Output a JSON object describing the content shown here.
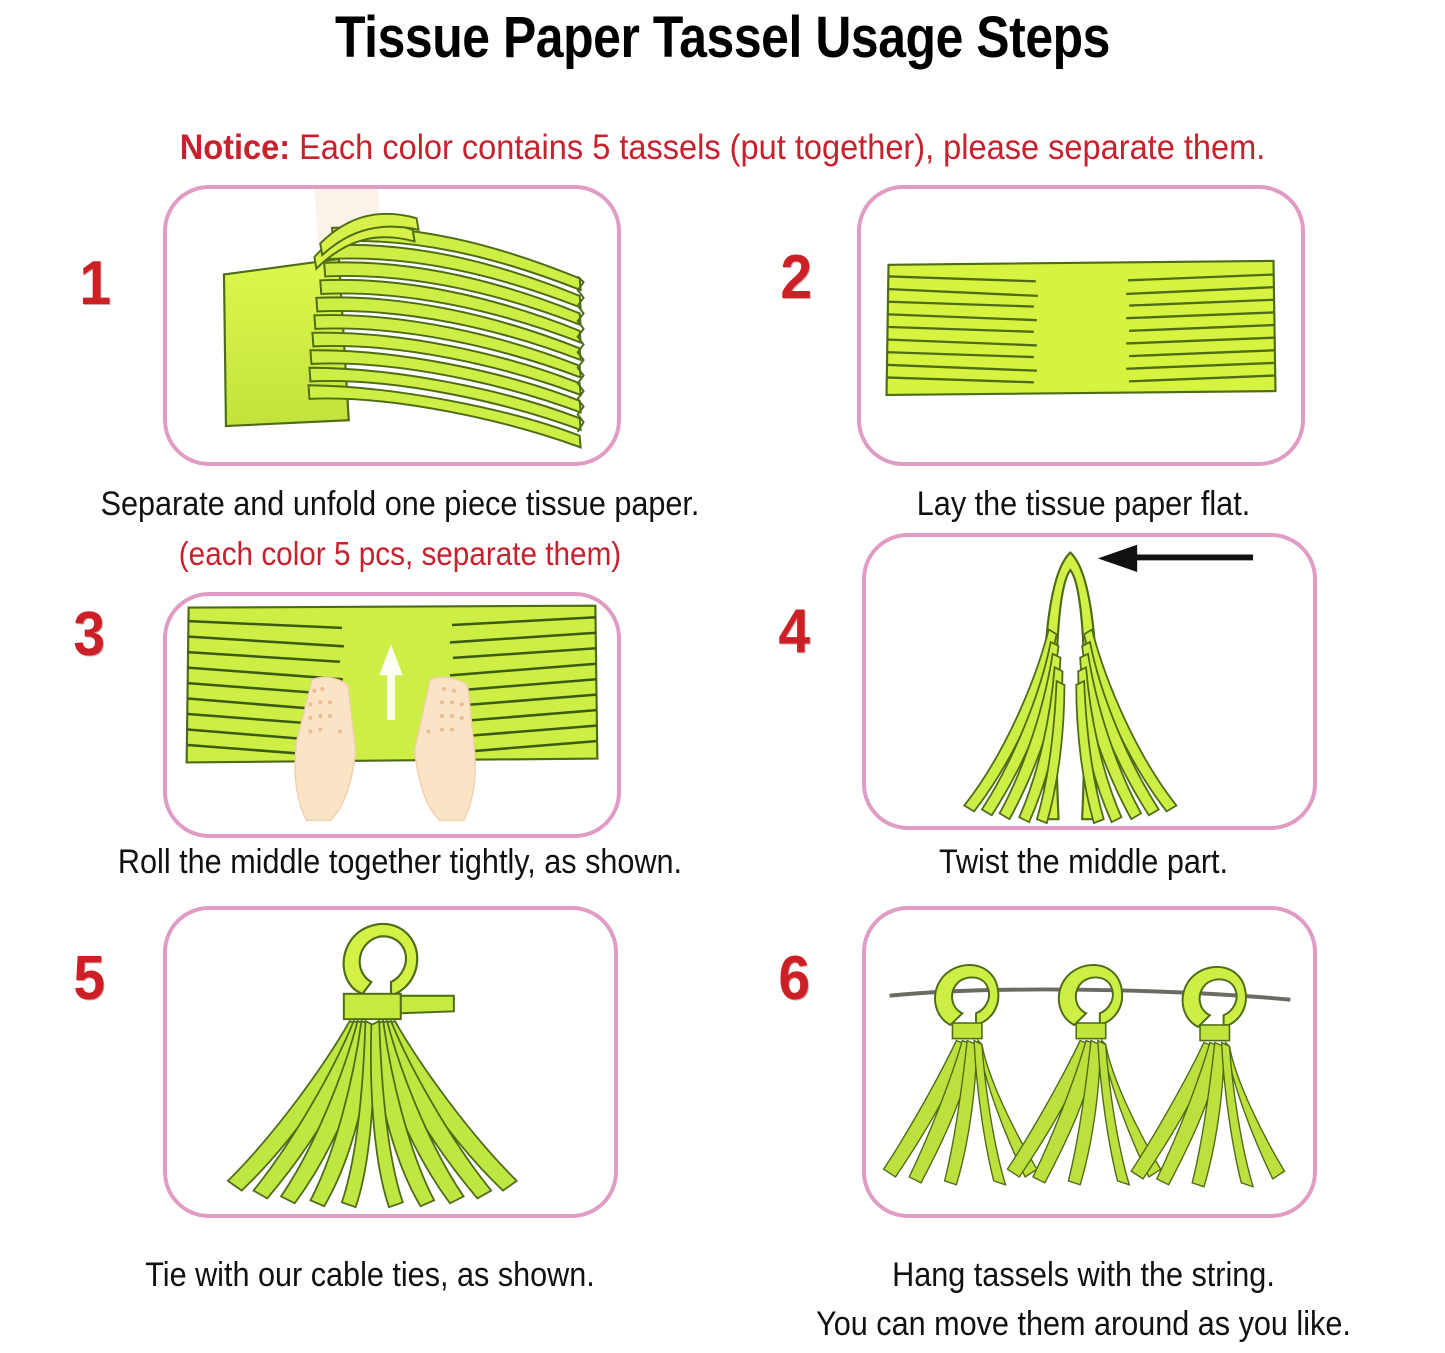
{
  "title": "Tissue Paper Tassel Usage Steps",
  "notice": {
    "lead": "Notice:",
    "text": " Each color contains 5 tassels (put together), please separate them."
  },
  "colors": {
    "paper_green": "#d6f43f",
    "paper_green_dark": "#a8c43a",
    "paper_outline": "#4e6b16",
    "panel_border": "#e09cc4",
    "accent_red": "#cc1f26",
    "notice_red": "#c8202c",
    "title_black": "#000000",
    "string_gray": "#6b6b63",
    "skin": "#fbe3c6"
  },
  "steps": [
    {
      "number": "1",
      "illustration": "fringed-tissue-stack-being-unfolded",
      "caption": "Separate and unfold one piece tissue paper.",
      "subcaption": "(each color 5 pcs, separate them)"
    },
    {
      "number": "2",
      "illustration": "tissue-paper-laid-flat-with-slits",
      "caption": "Lay the tissue paper flat.",
      "subcaption": ""
    },
    {
      "number": "3",
      "illustration": "two-hands-rolling-middle-with-up-arrow",
      "caption": "Roll the middle together tightly, as shown.",
      "subcaption": ""
    },
    {
      "number": "4",
      "illustration": "folded-twisted-tassel-with-left-arrow",
      "caption": "Twist the middle part.",
      "subcaption": ""
    },
    {
      "number": "5",
      "illustration": "finished-tassel-with-cable-tie",
      "caption": "Tie with our cable ties, as shown.",
      "subcaption": ""
    },
    {
      "number": "6",
      "illustration": "three-tassels-hanging-on-string",
      "caption": "Hang tassels with the string.",
      "subcaption": "You can move them around as you like."
    }
  ]
}
